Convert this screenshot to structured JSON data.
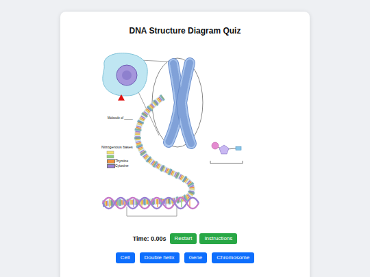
{
  "diagram": {
    "title": "DNA Structure Diagram Quiz",
    "nodes": [
      {
        "text": [
          "Restart"
        ]
      },
      {
        "text": [
          "Instructions"
        ]
      },
      {
        "text": [
          "Cell"
        ]
      },
      {
        "text": [
          "Double helix"
        ]
      },
      {
        "text": [
          "Gene"
        ]
      },
      {
        "text": [
          "Chromosome"
        ]
      }
    ],
    "labels": [
      "Molecule of _____",
      "Nitrogenous bases",
      "Time: 0.00s"
    ],
    "legend": [
      {
        "text": "Thymine",
        "color": "#f0903c"
      },
      {
        "text": "Cytosine",
        "color": "#9b7fd4"
      }
    ]
  }
}
